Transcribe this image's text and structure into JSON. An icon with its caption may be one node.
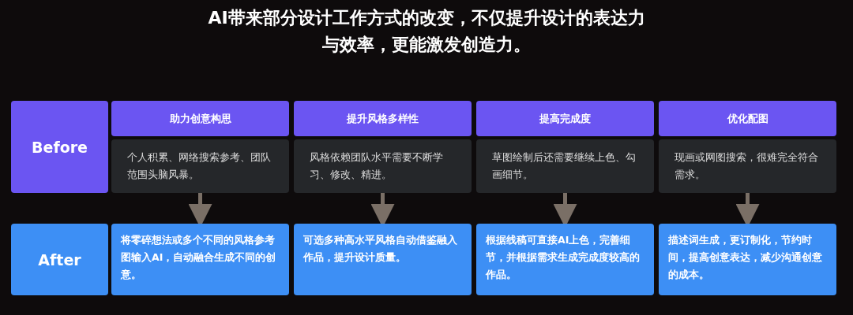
{
  "diagram": {
    "title": "AI带来部分设计工作方式的改变，不仅提升设计的表达力与效率，更能激发创造力。",
    "nodes": [
      {
        "text": [
          "Before"
        ]
      },
      {
        "text": [
          "助力创意构思"
        ]
      },
      {
        "text": [
          "个人积累、网络搜索参考、团队范围头脑风暴。"
        ]
      },
      {
        "text": [
          "提升风格多样性"
        ]
      },
      {
        "text": [
          "风格依赖团队水平需要不断学习、修改、精进。"
        ]
      },
      {
        "text": [
          "提高完成度"
        ]
      },
      {
        "text": [
          "草图绘制后还需要继续上色、勾画细节。"
        ]
      },
      {
        "text": [
          "优化配图"
        ]
      },
      {
        "text": [
          "现画或网图搜索，很难完全符合需求。"
        ]
      },
      {
        "text": [
          "After"
        ]
      },
      {
        "text": [
          "将零碎想法或多个不同的风格参考图输入AI，自动融合生成不同的创意。"
        ]
      },
      {
        "text": [
          "可选多种高水平风格自动借鉴融入作品，提升设计质量。"
        ]
      },
      {
        "text": [
          "根据线稿可直接AI上色，完善细节，并根据需求生成完成度较高的作品。"
        ]
      },
      {
        "text": [
          "描述词生成，更订制化，节约时间，提高创意表达，减少沟通创意的成本。"
        ]
      }
    ],
    "edges": [
      {
        "from": 2,
        "to": 10,
        "arrow": "to"
      },
      {
        "from": 4,
        "to": 11,
        "arrow": "to"
      },
      {
        "from": 6,
        "to": 12,
        "arrow": "to"
      },
      {
        "from": 8,
        "to": 13,
        "arrow": "to"
      }
    ]
  }
}
